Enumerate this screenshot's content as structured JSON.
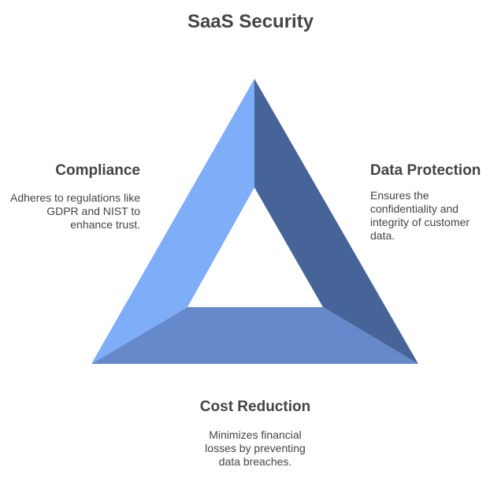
{
  "title": "SaaS Security",
  "segments": {
    "compliance": {
      "heading": "Compliance",
      "description": "Adheres to regulations like GDPR and NIST to enhance trust."
    },
    "data_protection": {
      "heading": "Data Protection",
      "description": "Ensures the confidentiality and integrity of customer data."
    },
    "cost_reduction": {
      "heading": "Cost Reduction",
      "description": "Minimizes financial losses by preventing data breaches."
    }
  },
  "colors": {
    "left_face": "#7FAEF9",
    "right_face": "#466498",
    "bottom_face": "#6589CB",
    "text": "#444444"
  }
}
